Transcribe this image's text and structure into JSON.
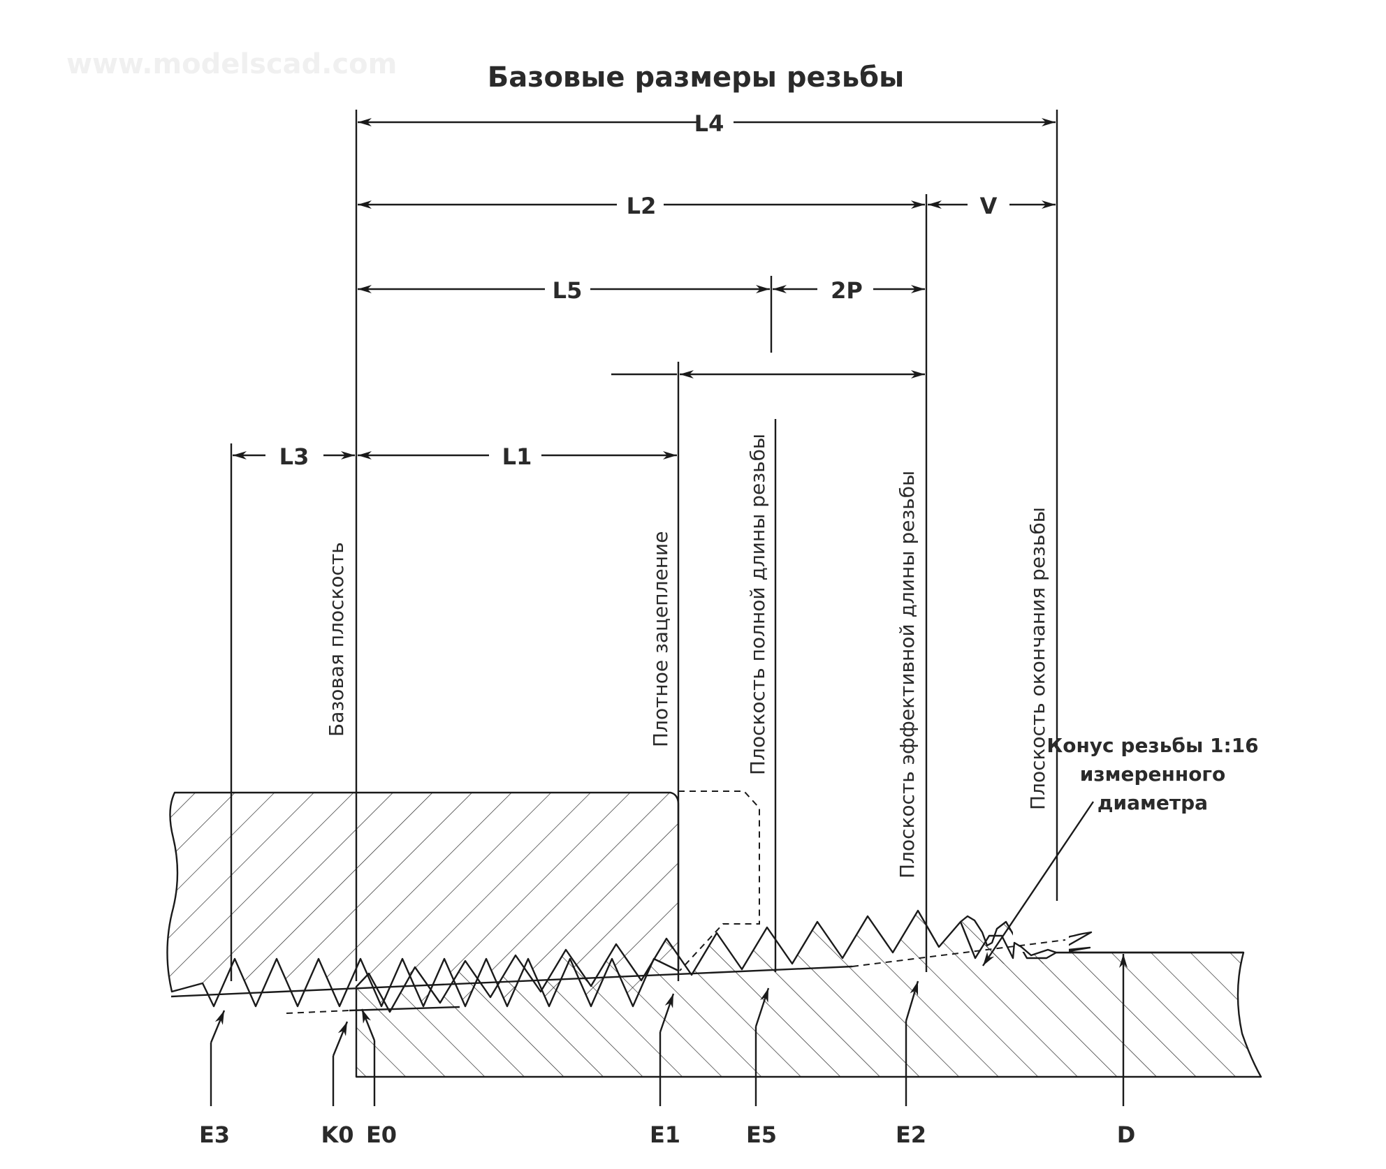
{
  "watermark": "www.modelscad.com",
  "title": "Базовые размеры резьбы",
  "dimensions": {
    "L4": "L4",
    "L2": "L2",
    "V": "V",
    "L5": "L5",
    "twoP": "2P",
    "L3": "L3",
    "L1": "L1"
  },
  "planes": {
    "base": "Базовая плоскость",
    "tight": "Плотное зацепление",
    "full": "Плоскость полной длины резьбы",
    "effective": "Плоскость эффективной длины резьбы",
    "end": "Плоскость окончания резьбы"
  },
  "cone": {
    "line1": "Конус резьбы 1:16",
    "line2": "измеренного",
    "line3": "диаметра"
  },
  "points": {
    "E3": "E3",
    "K0": "K0",
    "E0": "E0",
    "E1": "E1",
    "E5": "E5",
    "E2": "E2",
    "D": "D"
  }
}
